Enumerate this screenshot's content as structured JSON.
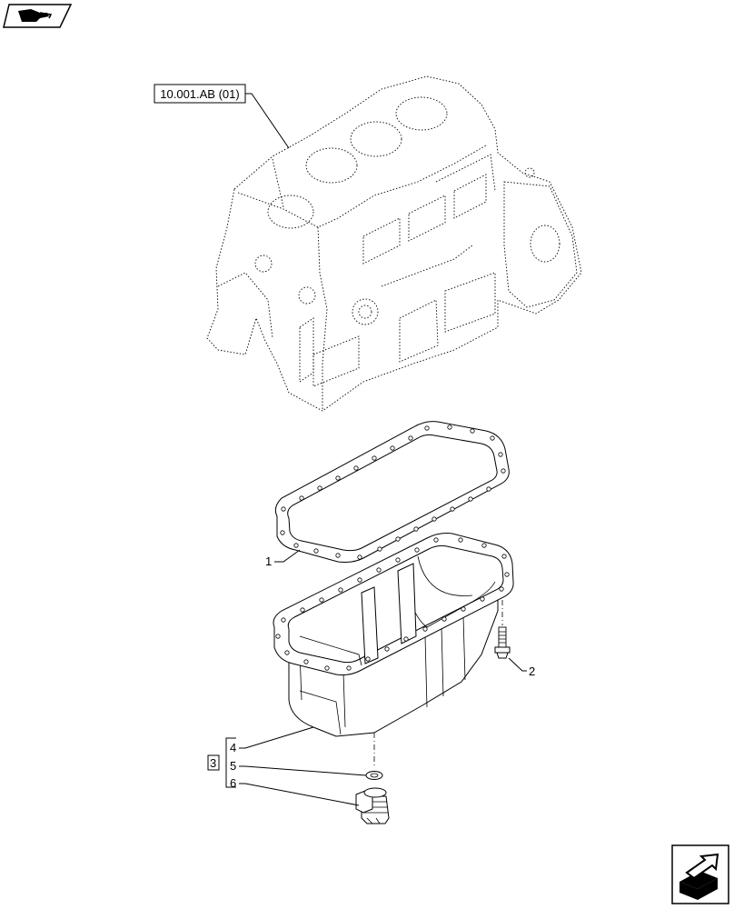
{
  "reference_label": "10.001.AB (01)",
  "callouts": {
    "gasket": "1",
    "screw": "2",
    "kit": "3",
    "kit_item_4": "4",
    "kit_item_5": "5",
    "kit_item_6": "6"
  },
  "icons": {
    "top_left": "book-hand-icon",
    "bottom_right": "next-arrow-box-icon"
  }
}
